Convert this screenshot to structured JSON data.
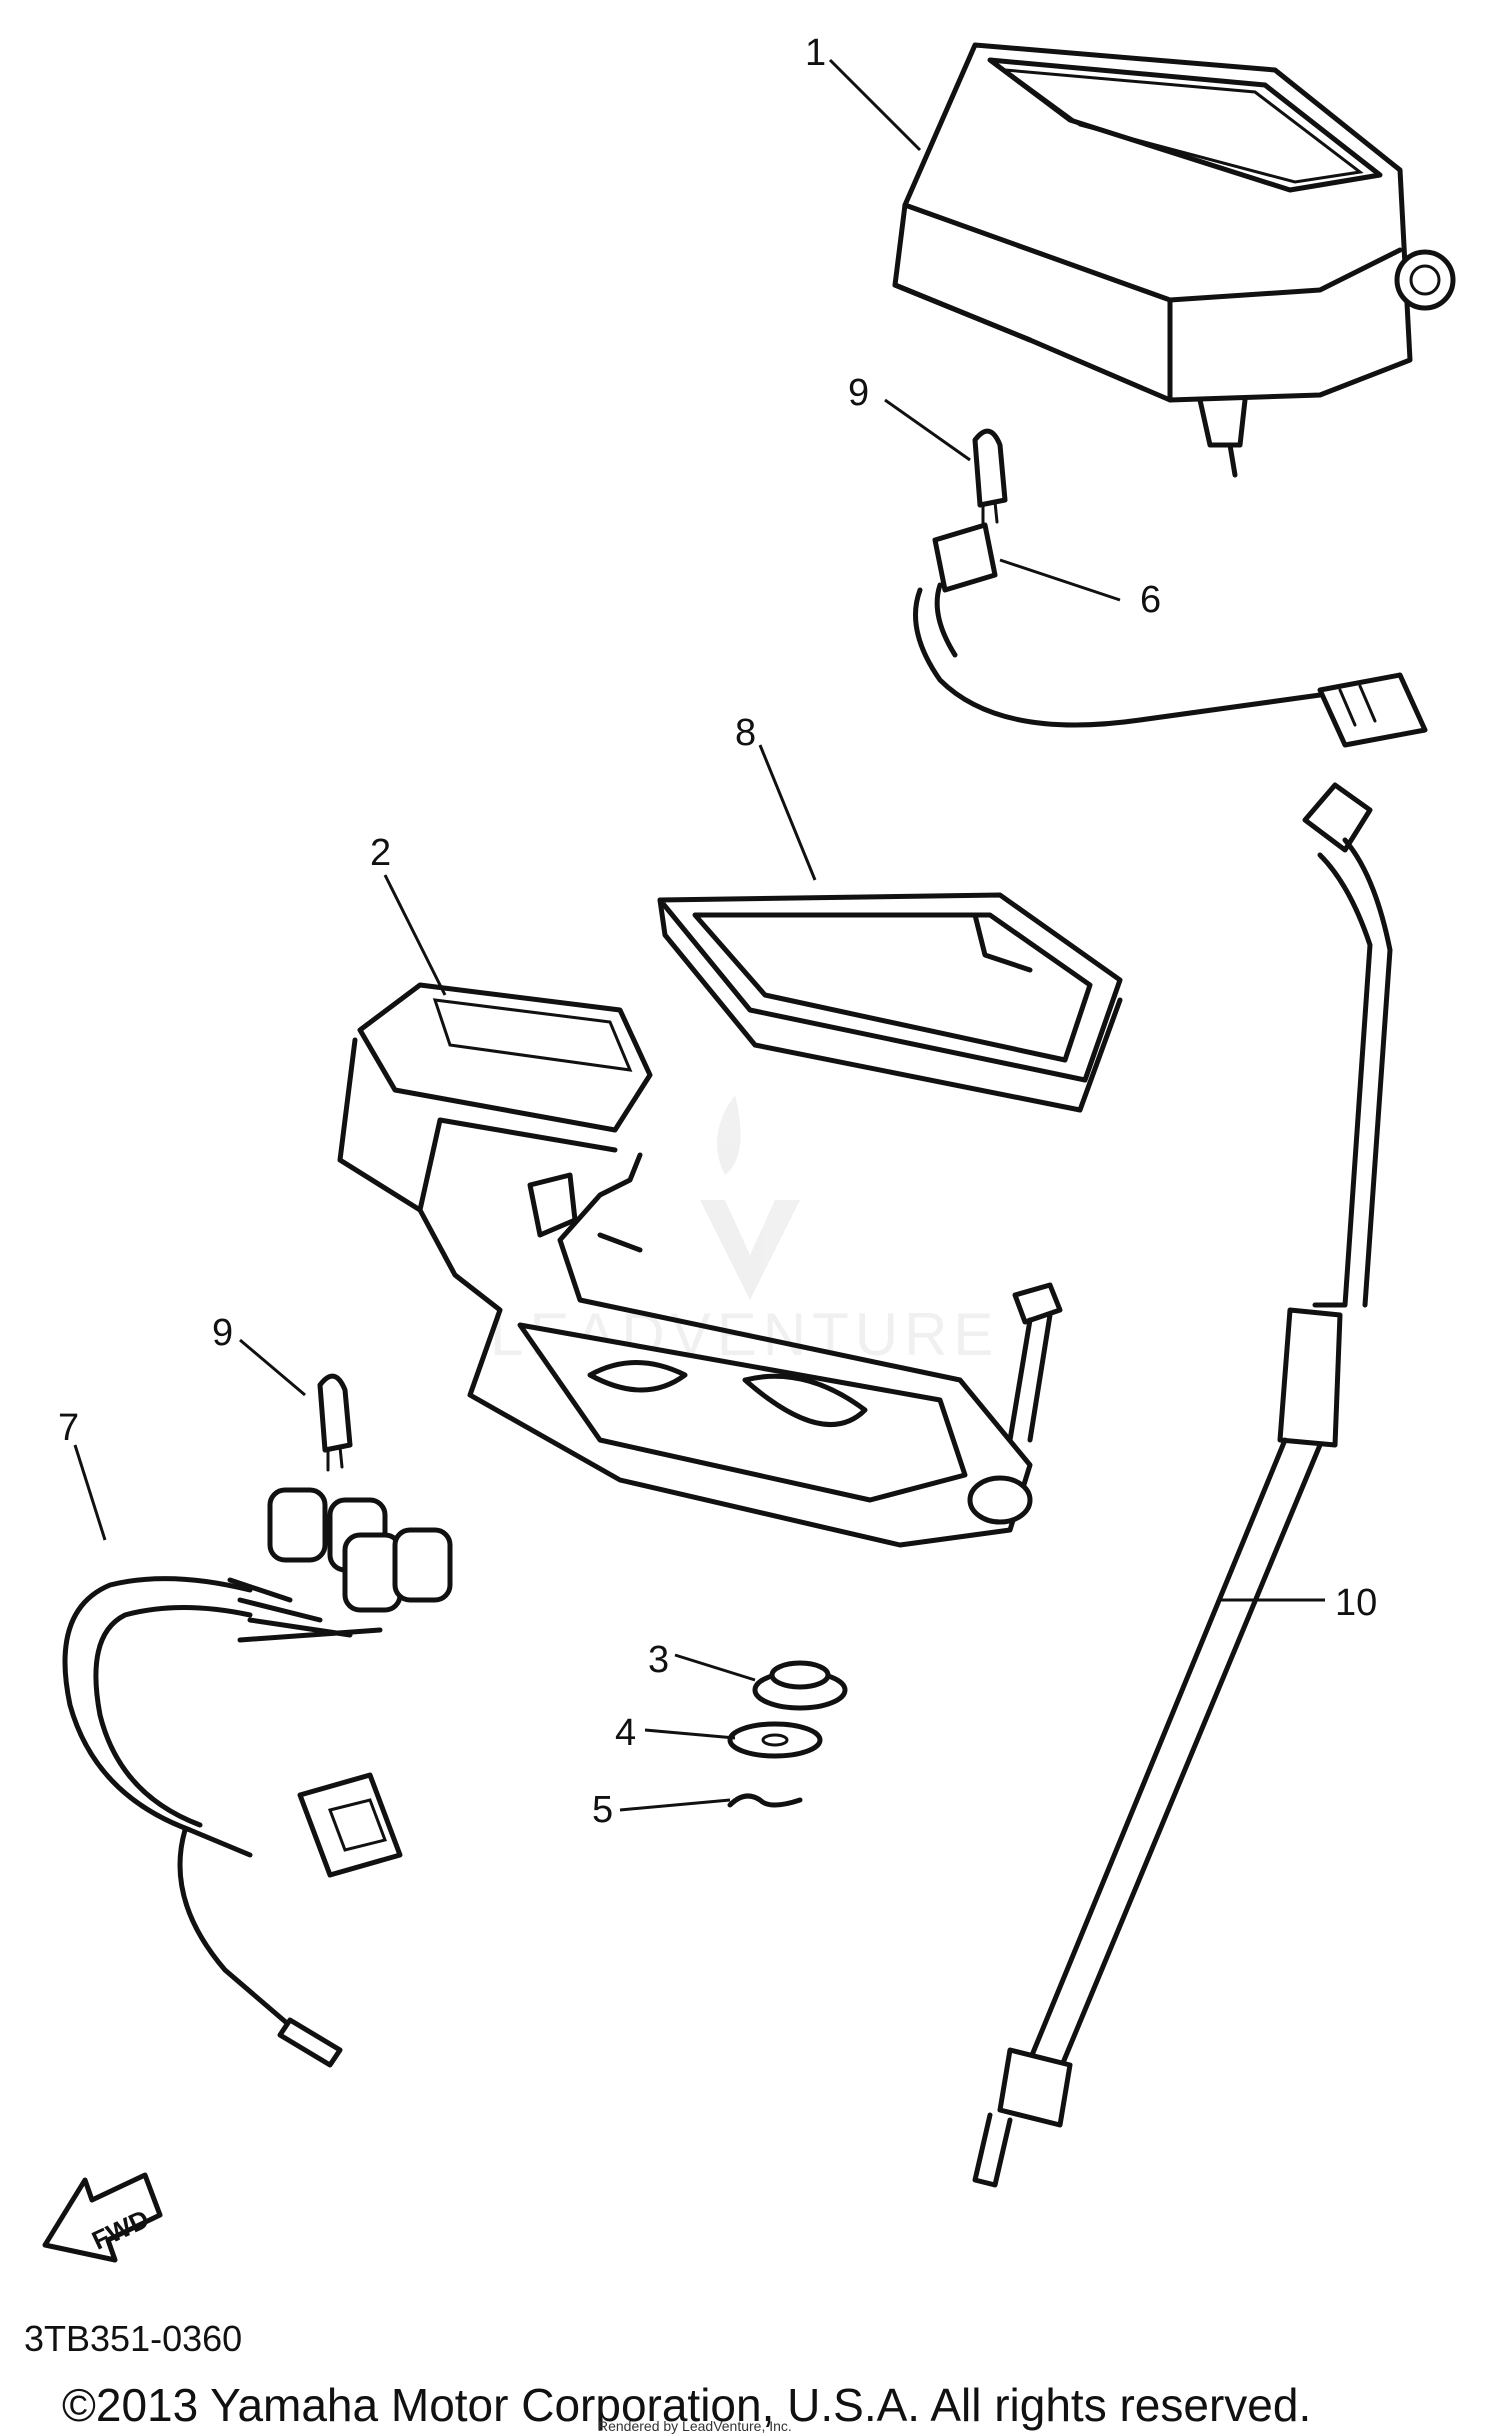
{
  "callouts": [
    {
      "id": "1",
      "label": "1"
    },
    {
      "id": "2",
      "label": "2"
    },
    {
      "id": "3",
      "label": "3"
    },
    {
      "id": "4",
      "label": "4"
    },
    {
      "id": "5",
      "label": "5"
    },
    {
      "id": "6",
      "label": "6"
    },
    {
      "id": "7",
      "label": "7"
    },
    {
      "id": "8",
      "label": "8"
    },
    {
      "id": "9a",
      "label": "9"
    },
    {
      "id": "9b",
      "label": "9"
    },
    {
      "id": "10",
      "label": "10"
    }
  ],
  "fwd_arrow_label": "FWD",
  "diagram_code": "3TB351-0360",
  "copyright": "©2013 Yamaha Motor Corporation, U.S.A. All rights reserved.",
  "render_credit": "Rendered by LeadVenture, Inc.",
  "watermark": "LEADVENTURE"
}
